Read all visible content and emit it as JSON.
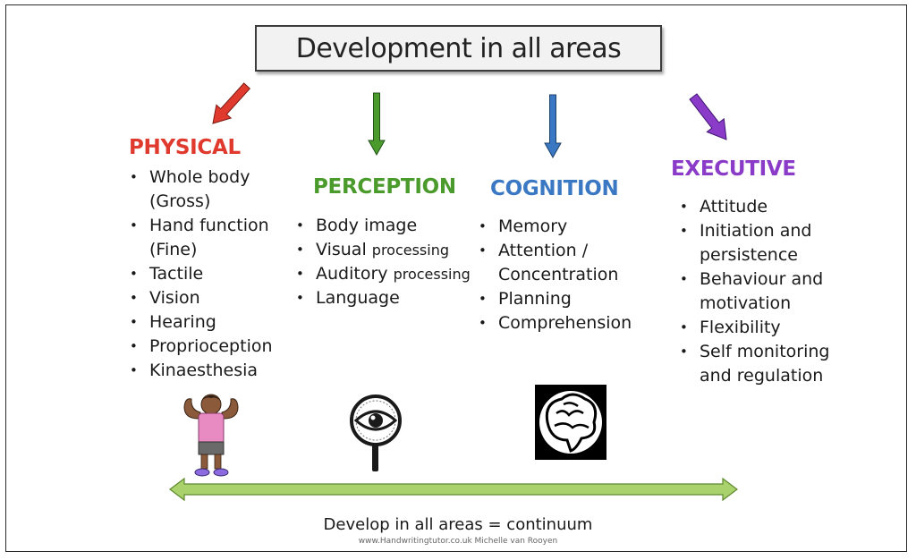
{
  "title": "Development in all areas",
  "colors": {
    "physical": "#e03a2e",
    "perception": "#4a9a2c",
    "cognition": "#3b78c3",
    "executive": "#8a3cc8",
    "continuum": "#a9d16c"
  },
  "columns": [
    {
      "key": "physical",
      "heading": "PHYSICAL",
      "items": [
        {
          "text": "Whole body (Gross)"
        },
        {
          "text": "Hand function (Fine)"
        },
        {
          "text": "Tactile"
        },
        {
          "text": "Vision"
        },
        {
          "text": "Hearing"
        },
        {
          "text": "Proprioception"
        },
        {
          "text": "Kinaesthesia"
        }
      ],
      "icon": "child-flexing-icon"
    },
    {
      "key": "perception",
      "heading": "PERCEPTION",
      "items": [
        {
          "text": "Body image"
        },
        {
          "text": "Visual",
          "small": "processing"
        },
        {
          "text": "Auditory",
          "small": "processing"
        },
        {
          "text": "Language"
        }
      ],
      "icon": "magnifier-eye-icon"
    },
    {
      "key": "cognition",
      "heading": "COGNITION",
      "items": [
        {
          "text": "Memory"
        },
        {
          "text": "Attention / Concentration"
        },
        {
          "text": "Planning"
        },
        {
          "text": "Comprehension"
        }
      ],
      "icon": "brain-icon"
    },
    {
      "key": "executive",
      "heading": "EXECUTIVE",
      "items": [
        {
          "text": "Attitude"
        },
        {
          "text": "Initiation and persistence"
        },
        {
          "text": "Behaviour and motivation"
        },
        {
          "text": "Flexibility"
        },
        {
          "text": "Self monitoring and regulation"
        }
      ],
      "icon": null
    }
  ],
  "footer": "Develop in all areas = continuum",
  "credit": "www.Handwritingtutor.co.uk  Michelle van Rooyen"
}
